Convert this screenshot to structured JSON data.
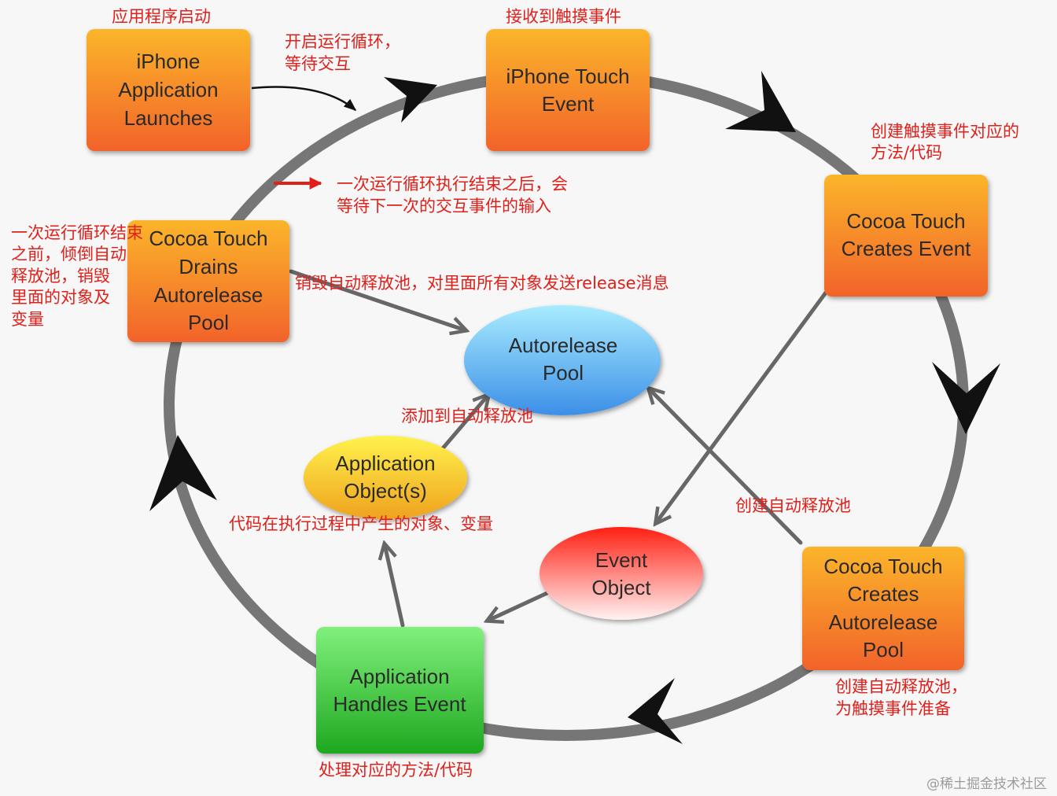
{
  "diagram": {
    "nodes": {
      "app_launches": {
        "lines": [
          "iPhone",
          "Application",
          "Launches"
        ]
      },
      "touch_event": {
        "lines": [
          "iPhone Touch",
          "Event"
        ]
      },
      "creates_event": {
        "lines": [
          "Cocoa Touch",
          "Creates Event"
        ]
      },
      "creates_pool": {
        "lines": [
          "Cocoa Touch",
          "Creates",
          "Autorelease",
          "Pool"
        ]
      },
      "handles_event": {
        "lines": [
          "Application",
          "Handles Event"
        ]
      },
      "drains_pool": {
        "lines": [
          "Cocoa Touch",
          "Drains",
          "Autorelease",
          "Pool"
        ]
      },
      "autorelease_pool": {
        "lines": [
          "Autorelease",
          "Pool"
        ]
      },
      "application_objects": {
        "lines": [
          "Application",
          "Object(s)"
        ]
      },
      "event_object": {
        "lines": [
          "Event",
          "Object"
        ]
      }
    },
    "annotations": {
      "app_launch": [
        "应用程序启动"
      ],
      "receive_touch": [
        "接收到触摸事件"
      ],
      "start_run_loop": [
        "开启运行循环，",
        "等待交互"
      ],
      "create_handler": [
        "创建触摸事件对应的",
        "方法/代码"
      ],
      "loop_end_wait": [
        "一次运行循环执行结束之后，会",
        "等待下一次的交互事件的输入"
      ],
      "drain_before_end": [
        "一次运行循环结束",
        "之前，倾倒自动",
        "释放池，销毁",
        "里面的对象及",
        "变量"
      ],
      "destroy_pool_release": [
        "销毁自动释放池，对里面所有对象发送release消息"
      ],
      "add_to_pool": [
        "添加到自动释放池"
      ],
      "objects_created": [
        "代码在执行过程中产生的对象、变量"
      ],
      "create_pool": [
        "创建自动释放池"
      ],
      "create_pool_for_touch": [
        "创建自动释放池，",
        "为触摸事件准备"
      ],
      "handle_method": [
        "处理对应的方法/代码"
      ]
    },
    "watermark": "@稀土掘金技术社区"
  },
  "colors": {
    "box_top": "#fbb52b",
    "box_bottom": "#f2632b",
    "handles_top": "#80f07c",
    "handles_bottom": "#1ea81f",
    "pool_top": "#a9ecff",
    "pool_bottom": "#3b8fe7",
    "objects_top": "#fff24c",
    "objects_bottom": "#efa21e",
    "event_top": "#ff1f12",
    "event_bottom": "#fff2f2",
    "ring": "#767676",
    "arrow": "#676767",
    "arrowhead": "#111111",
    "annotation": "#e0201b",
    "watermark": "#9b9b9b"
  }
}
